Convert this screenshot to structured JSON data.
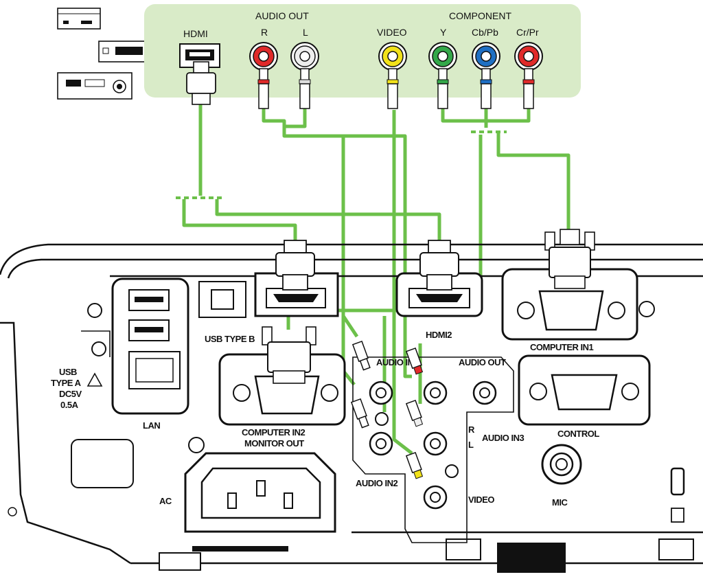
{
  "source_panel": {
    "hdmi": "HDMI",
    "audio_out": "AUDIO OUT",
    "audio_r": "R",
    "audio_l": "L",
    "video": "VIDEO",
    "component": "COMPONENT",
    "y": "Y",
    "cb_pb": "Cb/Pb",
    "cr_pr": "Cr/Pr"
  },
  "source_devices": [
    "dvd-player-icon",
    "vcr-icon",
    "av-receiver-icon"
  ],
  "projector_panel": {
    "usb_type_a_line1": "USB",
    "usb_type_a_line2": "TYPE A",
    "usb_type_a_line3": "DC5V",
    "usb_type_a_line4": "0.5A",
    "lan": "LAN",
    "usb_type_b": "USB TYPE B",
    "hdmi2": "HDMI2",
    "computer_in1": "COMPUTER IN1",
    "computer_in2_line1": "COMPUTER IN2",
    "computer_in2_line2": "MONITOR OUT",
    "audio_in1": "AUDIO IN1",
    "audio_in2": "AUDIO IN2",
    "audio_out": "AUDIO OUT",
    "audio_in3": "AUDIO IN3",
    "r": "R",
    "l": "L",
    "video": "VIDEO",
    "control": "CONTROL",
    "mic": "MIC",
    "ac": "AC"
  },
  "colors": {
    "cable": "#6cc04a",
    "source_panel": "#d9ebc8",
    "jack_red": "#e02a2a",
    "jack_white": "#eeeeee",
    "jack_yellow": "#f2e21a",
    "jack_green": "#34a84a",
    "jack_blue": "#1f6fc4"
  }
}
